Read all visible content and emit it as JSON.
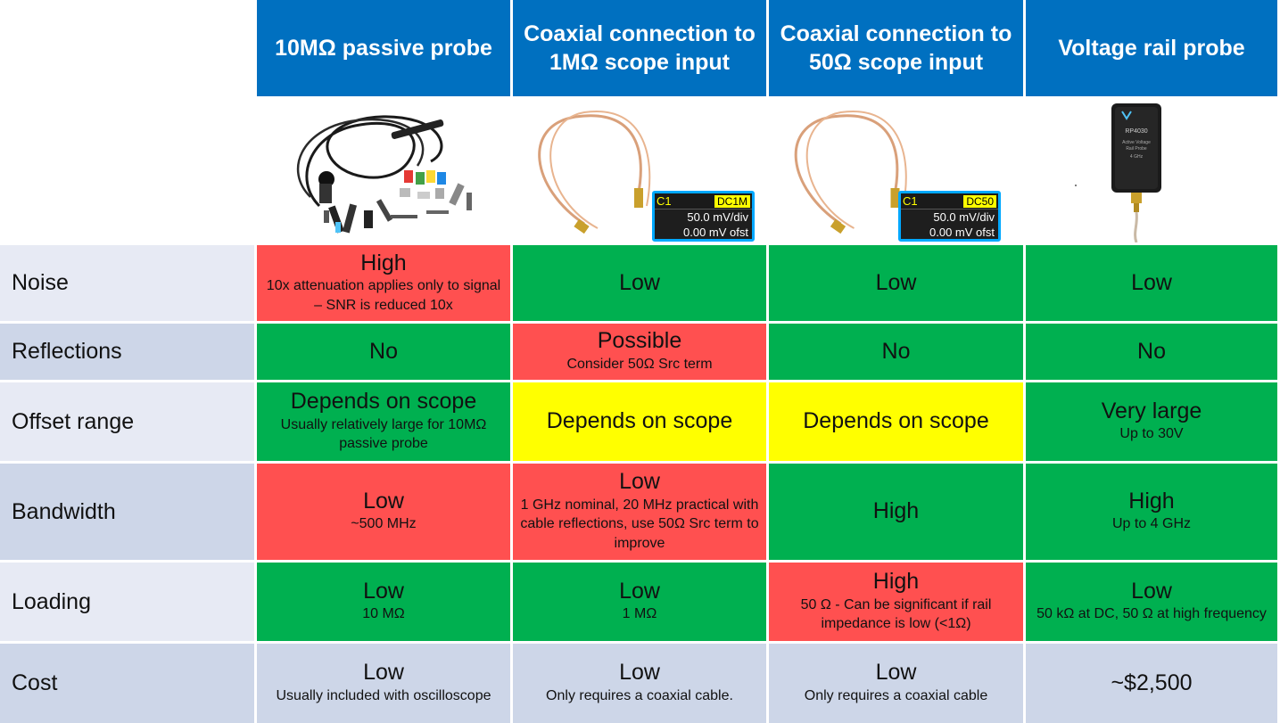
{
  "headers": [
    "10MΩ passive probe",
    "Coaxial connection to 1MΩ scope input",
    "Coaxial connection to 50Ω scope input",
    "Voltage rail probe"
  ],
  "scope_displays": [
    {
      "channel": "C1",
      "mode": "DC1M",
      "line1": "50.0 mV/div",
      "line2": "0.00 mV ofst"
    },
    {
      "channel": "C1",
      "mode": "DC50",
      "line1": "50.0 mV/div",
      "line2": "0.00 mV ofst"
    }
  ],
  "probe_label": {
    "model": "RP4030",
    "line1": "Active Voltage",
    "line2": "Rail Probe",
    "line3": "4 GHz"
  },
  "icons": [
    "passive-probe-kit-icon",
    "coaxial-cable-icon",
    "coaxial-cable-icon",
    "rail-probe-icon"
  ],
  "colors": {
    "header": "#0070c0",
    "good": "#00b050",
    "bad": "#ff5050",
    "neutral": "#ffff00",
    "info": "#cdd6e8"
  },
  "rows": [
    {
      "label": "Noise",
      "cells": [
        {
          "main": "High",
          "sub": "10x attenuation applies only to signal – SNR is reduced 10x",
          "color": "red"
        },
        {
          "main": "Low",
          "sub": "",
          "color": "green"
        },
        {
          "main": "Low",
          "sub": "",
          "color": "green"
        },
        {
          "main": "Low",
          "sub": "",
          "color": "green"
        }
      ]
    },
    {
      "label": "Reflections",
      "cells": [
        {
          "main": "No",
          "sub": "",
          "color": "green"
        },
        {
          "main": "Possible",
          "sub": "Consider 50Ω Src term",
          "color": "red"
        },
        {
          "main": "No",
          "sub": "",
          "color": "green"
        },
        {
          "main": "No",
          "sub": "",
          "color": "green"
        }
      ]
    },
    {
      "label": "Offset range",
      "cells": [
        {
          "main": "Depends on scope",
          "sub": "Usually relatively large for 10MΩ passive probe",
          "color": "green"
        },
        {
          "main": "Depends on scope",
          "sub": "",
          "color": "yellow"
        },
        {
          "main": "Depends on scope",
          "sub": "",
          "color": "yellow"
        },
        {
          "main": "Very large",
          "sub": "Up to 30V",
          "color": "green"
        }
      ]
    },
    {
      "label": "Bandwidth",
      "cells": [
        {
          "main": "Low",
          "sub": "~500 MHz",
          "color": "red"
        },
        {
          "main": "Low",
          "sub": "1 GHz nominal, 20 MHz practical with cable reflections, use 50Ω Src term to improve",
          "color": "red"
        },
        {
          "main": "High",
          "sub": "",
          "color": "green"
        },
        {
          "main": "High",
          "sub": "Up to 4 GHz",
          "color": "green"
        }
      ]
    },
    {
      "label": "Loading",
      "cells": [
        {
          "main": "Low",
          "sub": "10 MΩ",
          "color": "green"
        },
        {
          "main": "Low",
          "sub": "1 MΩ",
          "color": "green"
        },
        {
          "main": "High",
          "sub": "50 Ω - Can be significant if rail impedance is low (<1Ω)",
          "color": "red"
        },
        {
          "main": "Low",
          "sub": "50 kΩ at DC, 50 Ω at high frequency",
          "color": "green"
        }
      ]
    },
    {
      "label": "Cost",
      "cells": [
        {
          "main": "Low",
          "sub": "Usually included with oscilloscope",
          "color": "lblue"
        },
        {
          "main": "Low",
          "sub": "Only requires a coaxial cable.",
          "color": "lblue"
        },
        {
          "main": "Low",
          "sub": "Only requires a coaxial cable",
          "color": "lblue"
        },
        {
          "main": "~$2,500",
          "sub": "",
          "color": "lblue"
        }
      ]
    }
  ]
}
